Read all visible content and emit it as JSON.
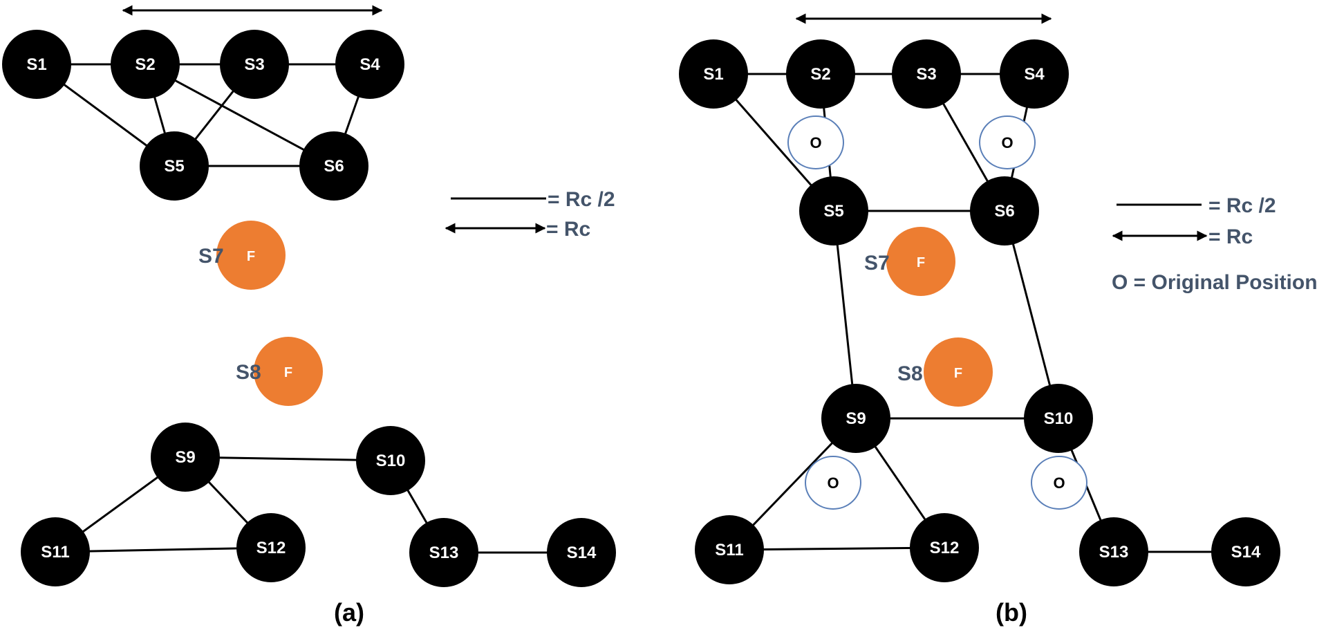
{
  "colors": {
    "node": "#000000",
    "node_text": "#ffffff",
    "failed_node": "#ed7d31",
    "label_text": "#44546a",
    "original_marker": "#5a7fb8",
    "edge": "#000000"
  },
  "legend": {
    "half_range": "= Rc /2",
    "range": "= Rc",
    "original_position": "O = Original Position"
  },
  "panels": [
    {
      "caption": "(a)",
      "nodes": [
        {
          "id": "S1",
          "label": "S1"
        },
        {
          "id": "S2",
          "label": "S2"
        },
        {
          "id": "S3",
          "label": "S3"
        },
        {
          "id": "S4",
          "label": "S4"
        },
        {
          "id": "S5",
          "label": "S5"
        },
        {
          "id": "S6",
          "label": "S6"
        },
        {
          "id": "S7",
          "label": "F",
          "side_label": "S7",
          "failed": true
        },
        {
          "id": "S8",
          "label": "F",
          "side_label": "S8",
          "failed": true
        },
        {
          "id": "S9",
          "label": "S9"
        },
        {
          "id": "S10",
          "label": "S10"
        },
        {
          "id": "S11",
          "label": "S11"
        },
        {
          "id": "S12",
          "label": "S12"
        },
        {
          "id": "S13",
          "label": "S13"
        },
        {
          "id": "S14",
          "label": "S14"
        }
      ],
      "edges": [
        [
          "S1",
          "S2"
        ],
        [
          "S2",
          "S3"
        ],
        [
          "S3",
          "S4"
        ],
        [
          "S1",
          "S5"
        ],
        [
          "S2",
          "S5"
        ],
        [
          "S2",
          "S6"
        ],
        [
          "S3",
          "S5"
        ],
        [
          "S4",
          "S6"
        ],
        [
          "S5",
          "S6"
        ],
        [
          "S9",
          "S10"
        ],
        [
          "S9",
          "S11"
        ],
        [
          "S9",
          "S12"
        ],
        [
          "S11",
          "S12"
        ],
        [
          "S10",
          "S13"
        ],
        [
          "S13",
          "S14"
        ]
      ],
      "original_markers": []
    },
    {
      "caption": "(b)",
      "nodes": [
        {
          "id": "S1",
          "label": "S1"
        },
        {
          "id": "S2",
          "label": "S2"
        },
        {
          "id": "S3",
          "label": "S3"
        },
        {
          "id": "S4",
          "label": "S4"
        },
        {
          "id": "S5",
          "label": "S5"
        },
        {
          "id": "S6",
          "label": "S6"
        },
        {
          "id": "S7",
          "label": "F",
          "side_label": "S7",
          "failed": true
        },
        {
          "id": "S8",
          "label": "F",
          "side_label": "S8",
          "failed": true
        },
        {
          "id": "S9",
          "label": "S9"
        },
        {
          "id": "S10",
          "label": "S10"
        },
        {
          "id": "S11",
          "label": "S11"
        },
        {
          "id": "S12",
          "label": "S12"
        },
        {
          "id": "S13",
          "label": "S13"
        },
        {
          "id": "S14",
          "label": "S14"
        }
      ],
      "edges": [
        [
          "S1",
          "S2"
        ],
        [
          "S2",
          "S3"
        ],
        [
          "S3",
          "S4"
        ],
        [
          "S1",
          "S5"
        ],
        [
          "S2",
          "S5"
        ],
        [
          "S3",
          "S6"
        ],
        [
          "S4",
          "S6"
        ],
        [
          "S5",
          "S6"
        ],
        [
          "S5",
          "S9"
        ],
        [
          "S6",
          "S10"
        ],
        [
          "S9",
          "S10"
        ],
        [
          "S9",
          "S11"
        ],
        [
          "S9",
          "S12"
        ],
        [
          "S11",
          "S12"
        ],
        [
          "S10",
          "S13"
        ],
        [
          "S13",
          "S14"
        ]
      ],
      "original_markers": [
        {
          "label": "O"
        },
        {
          "label": "O"
        },
        {
          "label": "O"
        },
        {
          "label": "O"
        }
      ]
    }
  ]
}
